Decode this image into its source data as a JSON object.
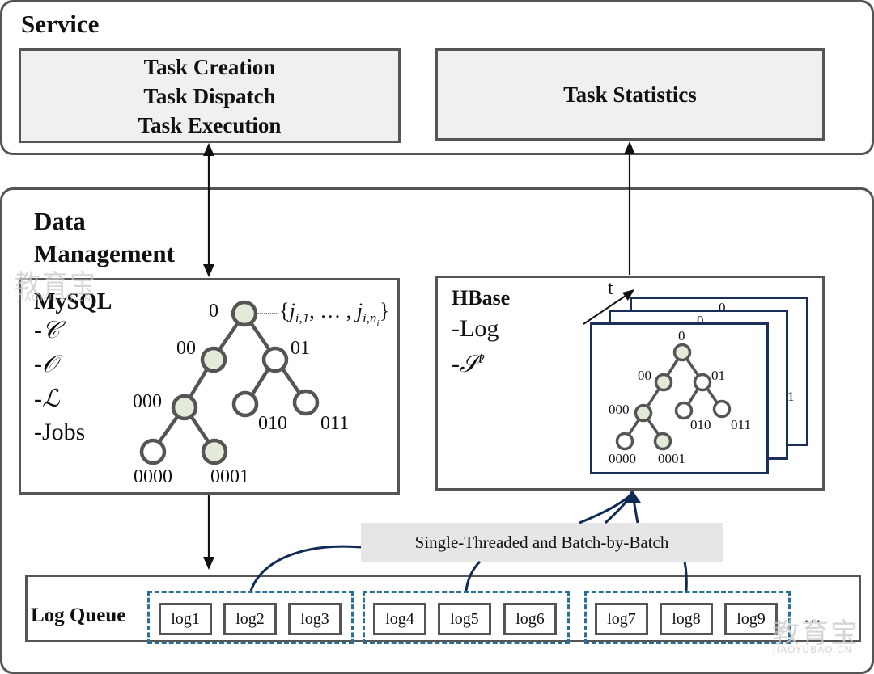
{
  "service": {
    "title": "Service",
    "left_box_lines": [
      "Task Creation",
      "Task Dispatch",
      "Task Execution"
    ],
    "right_box_label": "Task Statistics"
  },
  "data_management": {
    "title_line1": "Data",
    "title_line2": "Management",
    "mysql": {
      "title": "MySQL",
      "fields": [
        "-𝒞",
        "-𝒪",
        "-ℒ",
        "-Jobs"
      ],
      "tree_nodes": [
        {
          "id": "0",
          "label": "0",
          "filled": true
        },
        {
          "id": "00",
          "label": "00",
          "filled": true
        },
        {
          "id": "01",
          "label": "01",
          "filled": false
        },
        {
          "id": "000",
          "label": "000",
          "filled": true
        },
        {
          "id": "010",
          "label": "010",
          "filled": false
        },
        {
          "id": "011",
          "label": "011",
          "filled": false
        },
        {
          "id": "0000",
          "label": "0000",
          "filled": false
        },
        {
          "id": "0001",
          "label": "0001",
          "filled": true
        }
      ],
      "root_annotation_open": "{",
      "root_annotation_j1": "j",
      "root_annotation_sub1": "i,1",
      "root_annotation_dots": ", … , ",
      "root_annotation_j2": "j",
      "root_annotation_sub2": "i,n",
      "root_annotation_subsub": "i",
      "root_annotation_close": "}"
    },
    "hbase": {
      "title": "HBase",
      "fields": [
        "-Log",
        "-𝒮"
      ],
      "st_superscript": "t",
      "time_axis_label": "t",
      "snapshot_back_label_top": "0",
      "snapshot_back_label_right": "1",
      "snapshot_mid_label_top": "0",
      "tree_nodes": [
        {
          "id": "0",
          "label": "0",
          "filled": true
        },
        {
          "id": "00",
          "label": "00",
          "filled": true
        },
        {
          "id": "01",
          "label": "01",
          "filled": false
        },
        {
          "id": "000",
          "label": "000",
          "filled": true
        },
        {
          "id": "010",
          "label": "010",
          "filled": false
        },
        {
          "id": "011",
          "label": "011",
          "filled": false
        },
        {
          "id": "0000",
          "label": "0000",
          "filled": false
        },
        {
          "id": "0001",
          "label": "0001",
          "filled": true
        }
      ]
    },
    "callout": "Single-Threaded and Batch-by-Batch",
    "log_queue": {
      "title": "Log Queue",
      "batches": [
        [
          "log1",
          "log2",
          "log3"
        ],
        [
          "log4",
          "log5",
          "log6"
        ],
        [
          "log7",
          "log8",
          "log9"
        ]
      ],
      "ellipsis": "…"
    }
  },
  "watermark": {
    "chinese": "教育宝",
    "latin": "JIAOYUBAO.CN"
  },
  "colors": {
    "panel_border": "#555555",
    "box_fill": "#f0f0f0",
    "node_filled": "#e3ead8",
    "node_stroke": "#555555",
    "snapshot_border": "#1b2f5a",
    "batch_dash": "#2a6f97",
    "curve": "#0f2a55",
    "callout_fill": "#e6e6e6"
  }
}
